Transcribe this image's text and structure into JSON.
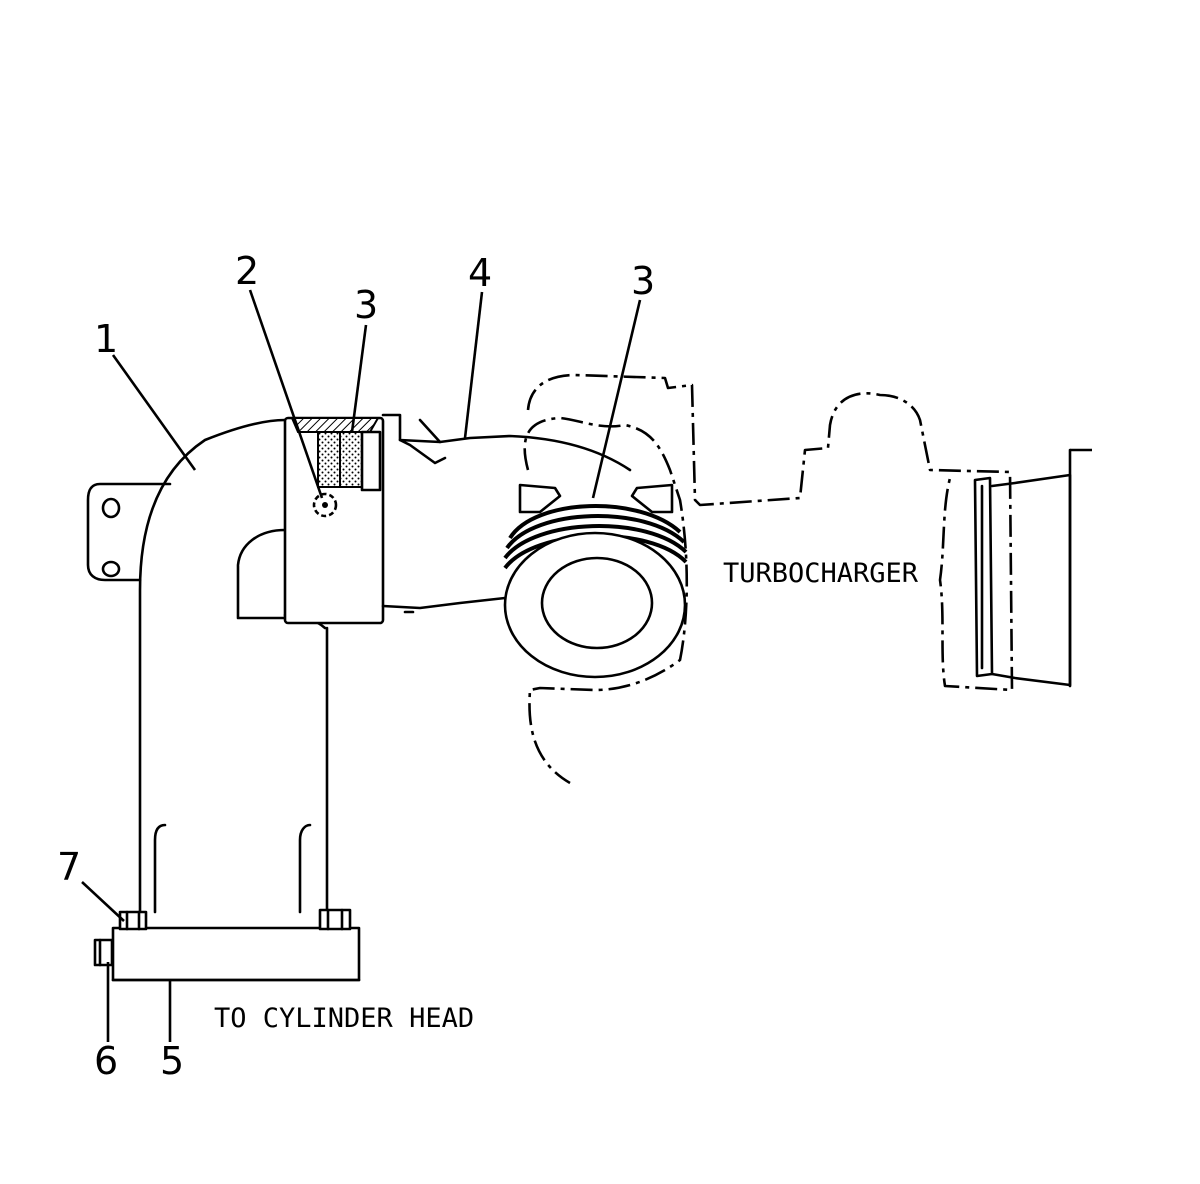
{
  "labels": {
    "turbocharger": "TURBOCHARGER",
    "to_cylinder_head": "TO CYLINDER HEAD"
  },
  "callouts": [
    {
      "id": "1",
      "text": "1"
    },
    {
      "id": "2",
      "text": "2"
    },
    {
      "id": "3a",
      "text": "3"
    },
    {
      "id": "4",
      "text": "4"
    },
    {
      "id": "3b",
      "text": "3"
    },
    {
      "id": "7",
      "text": "7"
    },
    {
      "id": "6",
      "text": "6"
    },
    {
      "id": "5",
      "text": "5"
    }
  ],
  "colors": {
    "line": "#000000",
    "background": "#ffffff"
  }
}
